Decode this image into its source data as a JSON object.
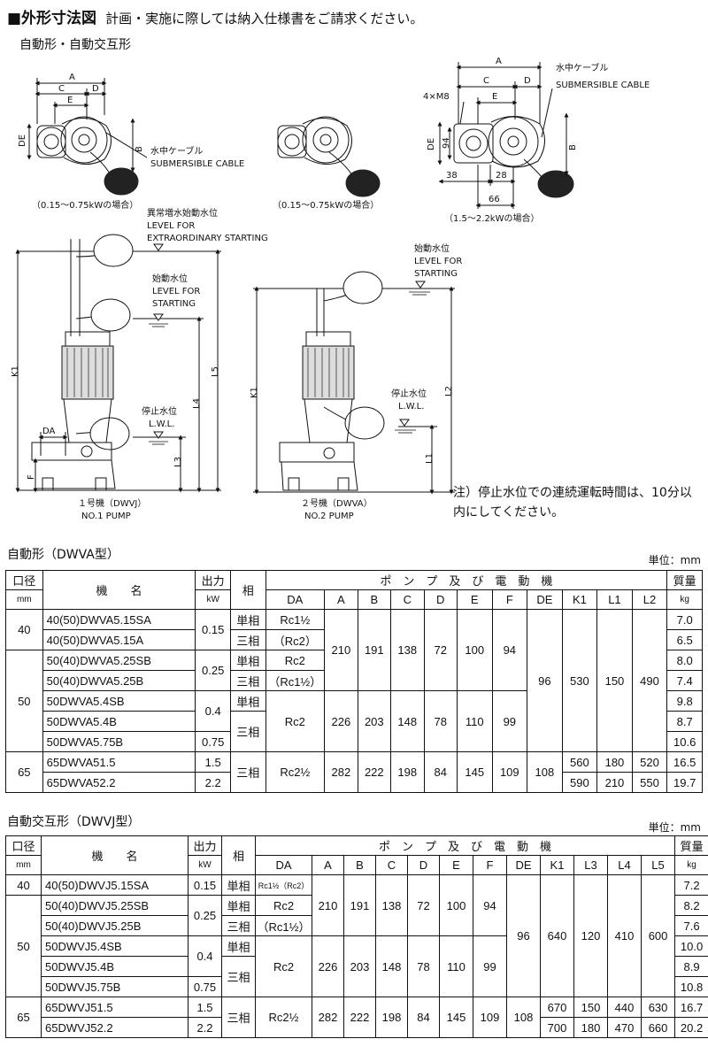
{
  "header": {
    "title": "■外形寸法図",
    "note": "計画・実施に際しては納入仕様書をご請求ください。",
    "subtitle": "自動形・自動交互形"
  },
  "drawing": {
    "dims": {
      "A": "A",
      "B": "B",
      "C": "C",
      "D": "D",
      "E": "E",
      "DE": "DE",
      "F": "F",
      "DA": "DA",
      "K1": "K1",
      "L1": "L1",
      "L2": "L2",
      "L3": "L3",
      "L4": "L4",
      "L5": "L5",
      "M8": "4×M8",
      "d94": "94",
      "d38": "38",
      "d28": "28",
      "d66": "66"
    },
    "cable_jp": "水中ケーブル",
    "cable_en": "SUBMERSIBLE CABLE",
    "cap1": "（0.15～0.75kWの場合）",
    "cap2": "（0.15～0.75kWの場合）",
    "cap3": "（1.5～2.2kWの場合）",
    "extra_jp": "異常増水始動水位",
    "extra_en1": "LEVEL FOR",
    "extra_en2": "EXTRAORDINARY STARTING",
    "start_jp": "始動水位",
    "start_en1": "LEVEL FOR",
    "start_en2": "STARTING",
    "stop_jp": "停止水位",
    "stop_en": "L.W.L.",
    "pump1_jp": "１号機（DWVJ）",
    "pump1_en": "NO.1 PUMP",
    "pump2_jp": "２号機（DWVA）",
    "pump2_en": "NO.2 PUMP",
    "note": "注）停止水位での連続運転時間は、10分以内にしてください。"
  },
  "table_common": {
    "bore": "口径",
    "mm": "mm",
    "model": "機　　名",
    "output": "出力",
    "kw": "kW",
    "phase": "相",
    "group": "ポ　ン　プ　及　び　電　動　機",
    "mass": "質量",
    "kg": "kg",
    "unit": "単位：mm"
  },
  "table1": {
    "title": "自動形（DWVA型）",
    "cols": [
      "DA",
      "A",
      "B",
      "C",
      "D",
      "E",
      "F",
      "DE",
      "K1",
      "L1",
      "L2"
    ],
    "bores": [
      "40",
      "50",
      "65"
    ],
    "models": [
      "40(50)DWVA5.15SA",
      "40(50)DWVA5.15A",
      "50(40)DWVA5.25SB",
      "50(40)DWVA5.25B",
      "50DWVA5.4SB",
      "50DWVA5.4B",
      "50DWVA5.75B",
      "65DWVA51.5",
      "65DWVA52.2"
    ],
    "outputs": [
      "0.15",
      "0.25",
      "0.4",
      "0.75",
      "1.5",
      "2.2"
    ],
    "phases": [
      "単相",
      "三相",
      "単相",
      "三相",
      "単相",
      "三相",
      "三相"
    ],
    "da": [
      "Rc1½",
      "（Rc2）",
      "Rc2",
      "（Rc1½）",
      "Rc2",
      "Rc2½"
    ],
    "g1": [
      "210",
      "191",
      "138",
      "72",
      "100",
      "94"
    ],
    "g2": [
      "226",
      "203",
      "148",
      "78",
      "110",
      "99"
    ],
    "g3": [
      "282",
      "222",
      "198",
      "84",
      "145",
      "109",
      "108"
    ],
    "common": [
      "96",
      "530",
      "150",
      "490"
    ],
    "k1": [
      "560",
      "590"
    ],
    "l1": [
      "180",
      "210"
    ],
    "l2": [
      "520",
      "550"
    ],
    "mass": [
      "7.0",
      "6.5",
      "8.0",
      "7.4",
      "9.8",
      "8.7",
      "10.6",
      "16.5",
      "19.7"
    ]
  },
  "table2": {
    "title": "自動交互形（DWVJ型）",
    "cols": [
      "DA",
      "A",
      "B",
      "C",
      "D",
      "E",
      "F",
      "DE",
      "K1",
      "L3",
      "L4",
      "L5"
    ],
    "bores": [
      "40",
      "50",
      "65"
    ],
    "models": [
      "40(50)DWVJ5.15SA",
      "50(40)DWVJ5.25SB",
      "50(40)DWVJ5.25B",
      "50DWVJ5.4SB",
      "50DWVJ5.4B",
      "50DWVJ5.75B",
      "65DWVJ51.5",
      "65DWVJ52.2"
    ],
    "outputs": [
      "0.15",
      "0.25",
      "0.4",
      "0.75",
      "1.5",
      "2.2"
    ],
    "phases": [
      "単相",
      "単相",
      "三相",
      "単相",
      "三相",
      "三相"
    ],
    "da": [
      "Rc1½（Rc2）",
      "Rc2",
      "（Rc1½）",
      "Rc2",
      "Rc2½"
    ],
    "g1": [
      "210",
      "191",
      "138",
      "72",
      "100",
      "94"
    ],
    "g2": [
      "226",
      "203",
      "148",
      "78",
      "110",
      "99"
    ],
    "g3": [
      "282",
      "222",
      "198",
      "84",
      "145",
      "109",
      "108"
    ],
    "common": [
      "96",
      "640",
      "120",
      "410",
      "600"
    ],
    "k1": [
      "670",
      "700"
    ],
    "l3": [
      "150",
      "180"
    ],
    "l4": [
      "440",
      "470"
    ],
    "l5": [
      "630",
      "660"
    ],
    "mass": [
      "7.2",
      "8.2",
      "7.6",
      "10.0",
      "8.9",
      "10.8",
      "16.7",
      "20.2"
    ]
  }
}
